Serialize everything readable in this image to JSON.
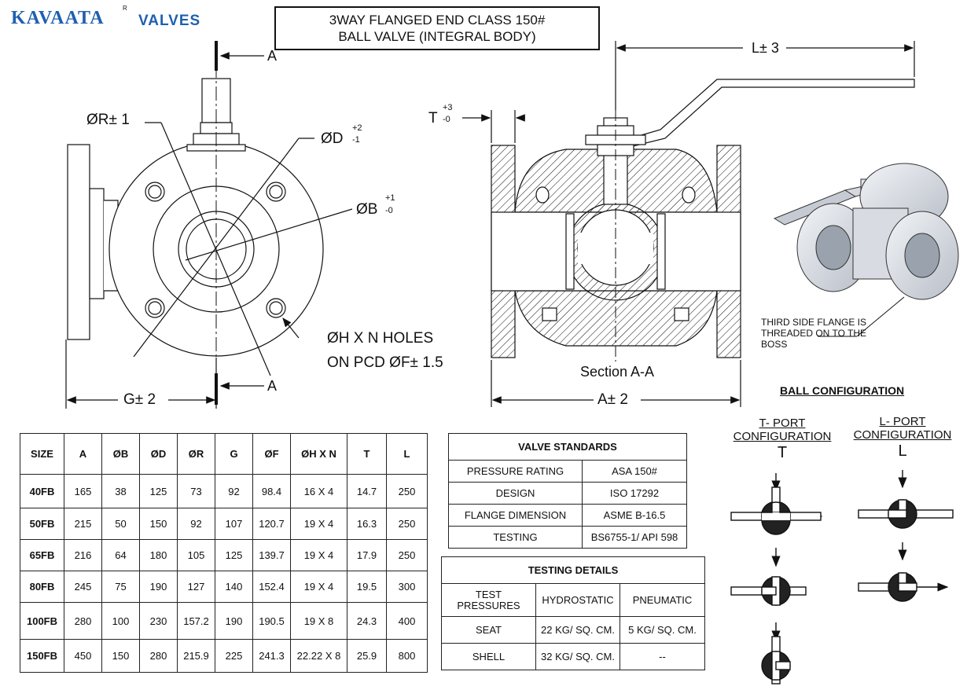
{
  "logo": {
    "brand": "KAVAATA",
    "brand_suffix": "VALVES",
    "registered": "R"
  },
  "title": {
    "line1": "3WAY FLANGED END CLASS 150#",
    "line2": "BALL VALVE (INTEGRAL BODY)"
  },
  "front_view": {
    "section_mark_top": "A",
    "section_mark_bottom": "A",
    "dim_R": "ØR± 1",
    "dim_D": "ØD",
    "dim_D_tol_plus": "+2",
    "dim_D_tol_minus": "-1",
    "dim_B": "ØB",
    "dim_B_tol_plus": "+1",
    "dim_B_tol_minus": "-0",
    "holes_line1": "ØH  X N HOLES",
    "holes_line2": "ON PCD ØF± 1.5",
    "dim_G": "G± 2"
  },
  "section_view": {
    "dim_L": "L± 3",
    "dim_T": "T",
    "dim_T_tol_plus": "+3",
    "dim_T_tol_minus": "-0",
    "caption": "Section A-A",
    "dim_A": "A± 2"
  },
  "iso_note": "THIRD SIDE FLANGE IS THREADED ON TO THE BOSS",
  "ball_config": {
    "heading": "BALL CONFIGURATION",
    "t_port_line1": "T- PORT",
    "t_port_line2": "CONFIGURATION",
    "t_letter": "T",
    "l_port_line1": "L- PORT",
    "l_port_line2": "CONFIGURATION",
    "l_letter": "L"
  },
  "spec_table": {
    "headers": [
      "SIZE",
      "A",
      "ØB",
      "ØD",
      "ØR",
      "G",
      "ØF",
      "ØH X N",
      "T",
      "L"
    ],
    "rows": [
      [
        "40FB",
        "165",
        "38",
        "125",
        "73",
        "92",
        "98.4",
        "16 X 4",
        "14.7",
        "250"
      ],
      [
        "50FB",
        "215",
        "50",
        "150",
        "92",
        "107",
        "120.7",
        "19 X 4",
        "16.3",
        "250"
      ],
      [
        "65FB",
        "216",
        "64",
        "180",
        "105",
        "125",
        "139.7",
        "19 X 4",
        "17.9",
        "250"
      ],
      [
        "80FB",
        "245",
        "75",
        "190",
        "127",
        "140",
        "152.4",
        "19 X 4",
        "19.5",
        "300"
      ],
      [
        "100FB",
        "280",
        "100",
        "230",
        "157.2",
        "190",
        "190.5",
        "19 X 8",
        "24.3",
        "400"
      ],
      [
        "150FB",
        "450",
        "150",
        "280",
        "215.9",
        "225",
        "241.3",
        "22.22 X 8",
        "25.9",
        "800"
      ]
    ]
  },
  "valve_standards": {
    "heading": "VALVE STANDARDS",
    "rows": [
      [
        "PRESSURE RATING",
        "ASA 150#"
      ],
      [
        "DESIGN",
        "ISO 17292"
      ],
      [
        "FLANGE DIMENSION",
        "ASME B-16.5"
      ],
      [
        "TESTING",
        "BS6755-1/ API 598"
      ]
    ]
  },
  "testing_details": {
    "heading": "TESTING DETAILS",
    "col0_line1": "TEST",
    "col0_line2": "PRESSURES",
    "col1": "HYDROSTATIC",
    "col2": "PNEUMATIC",
    "rows": [
      [
        "SEAT",
        "22 KG/ SQ. CM.",
        "5 KG/ SQ. CM."
      ],
      [
        "SHELL",
        "32 KG/ SQ. CM.",
        "--"
      ]
    ]
  },
  "colors": {
    "brand_blue": "#1f5fb0",
    "brand_red": "#d9332b",
    "line": "#111111",
    "iso_grey": "#c9ced6"
  }
}
